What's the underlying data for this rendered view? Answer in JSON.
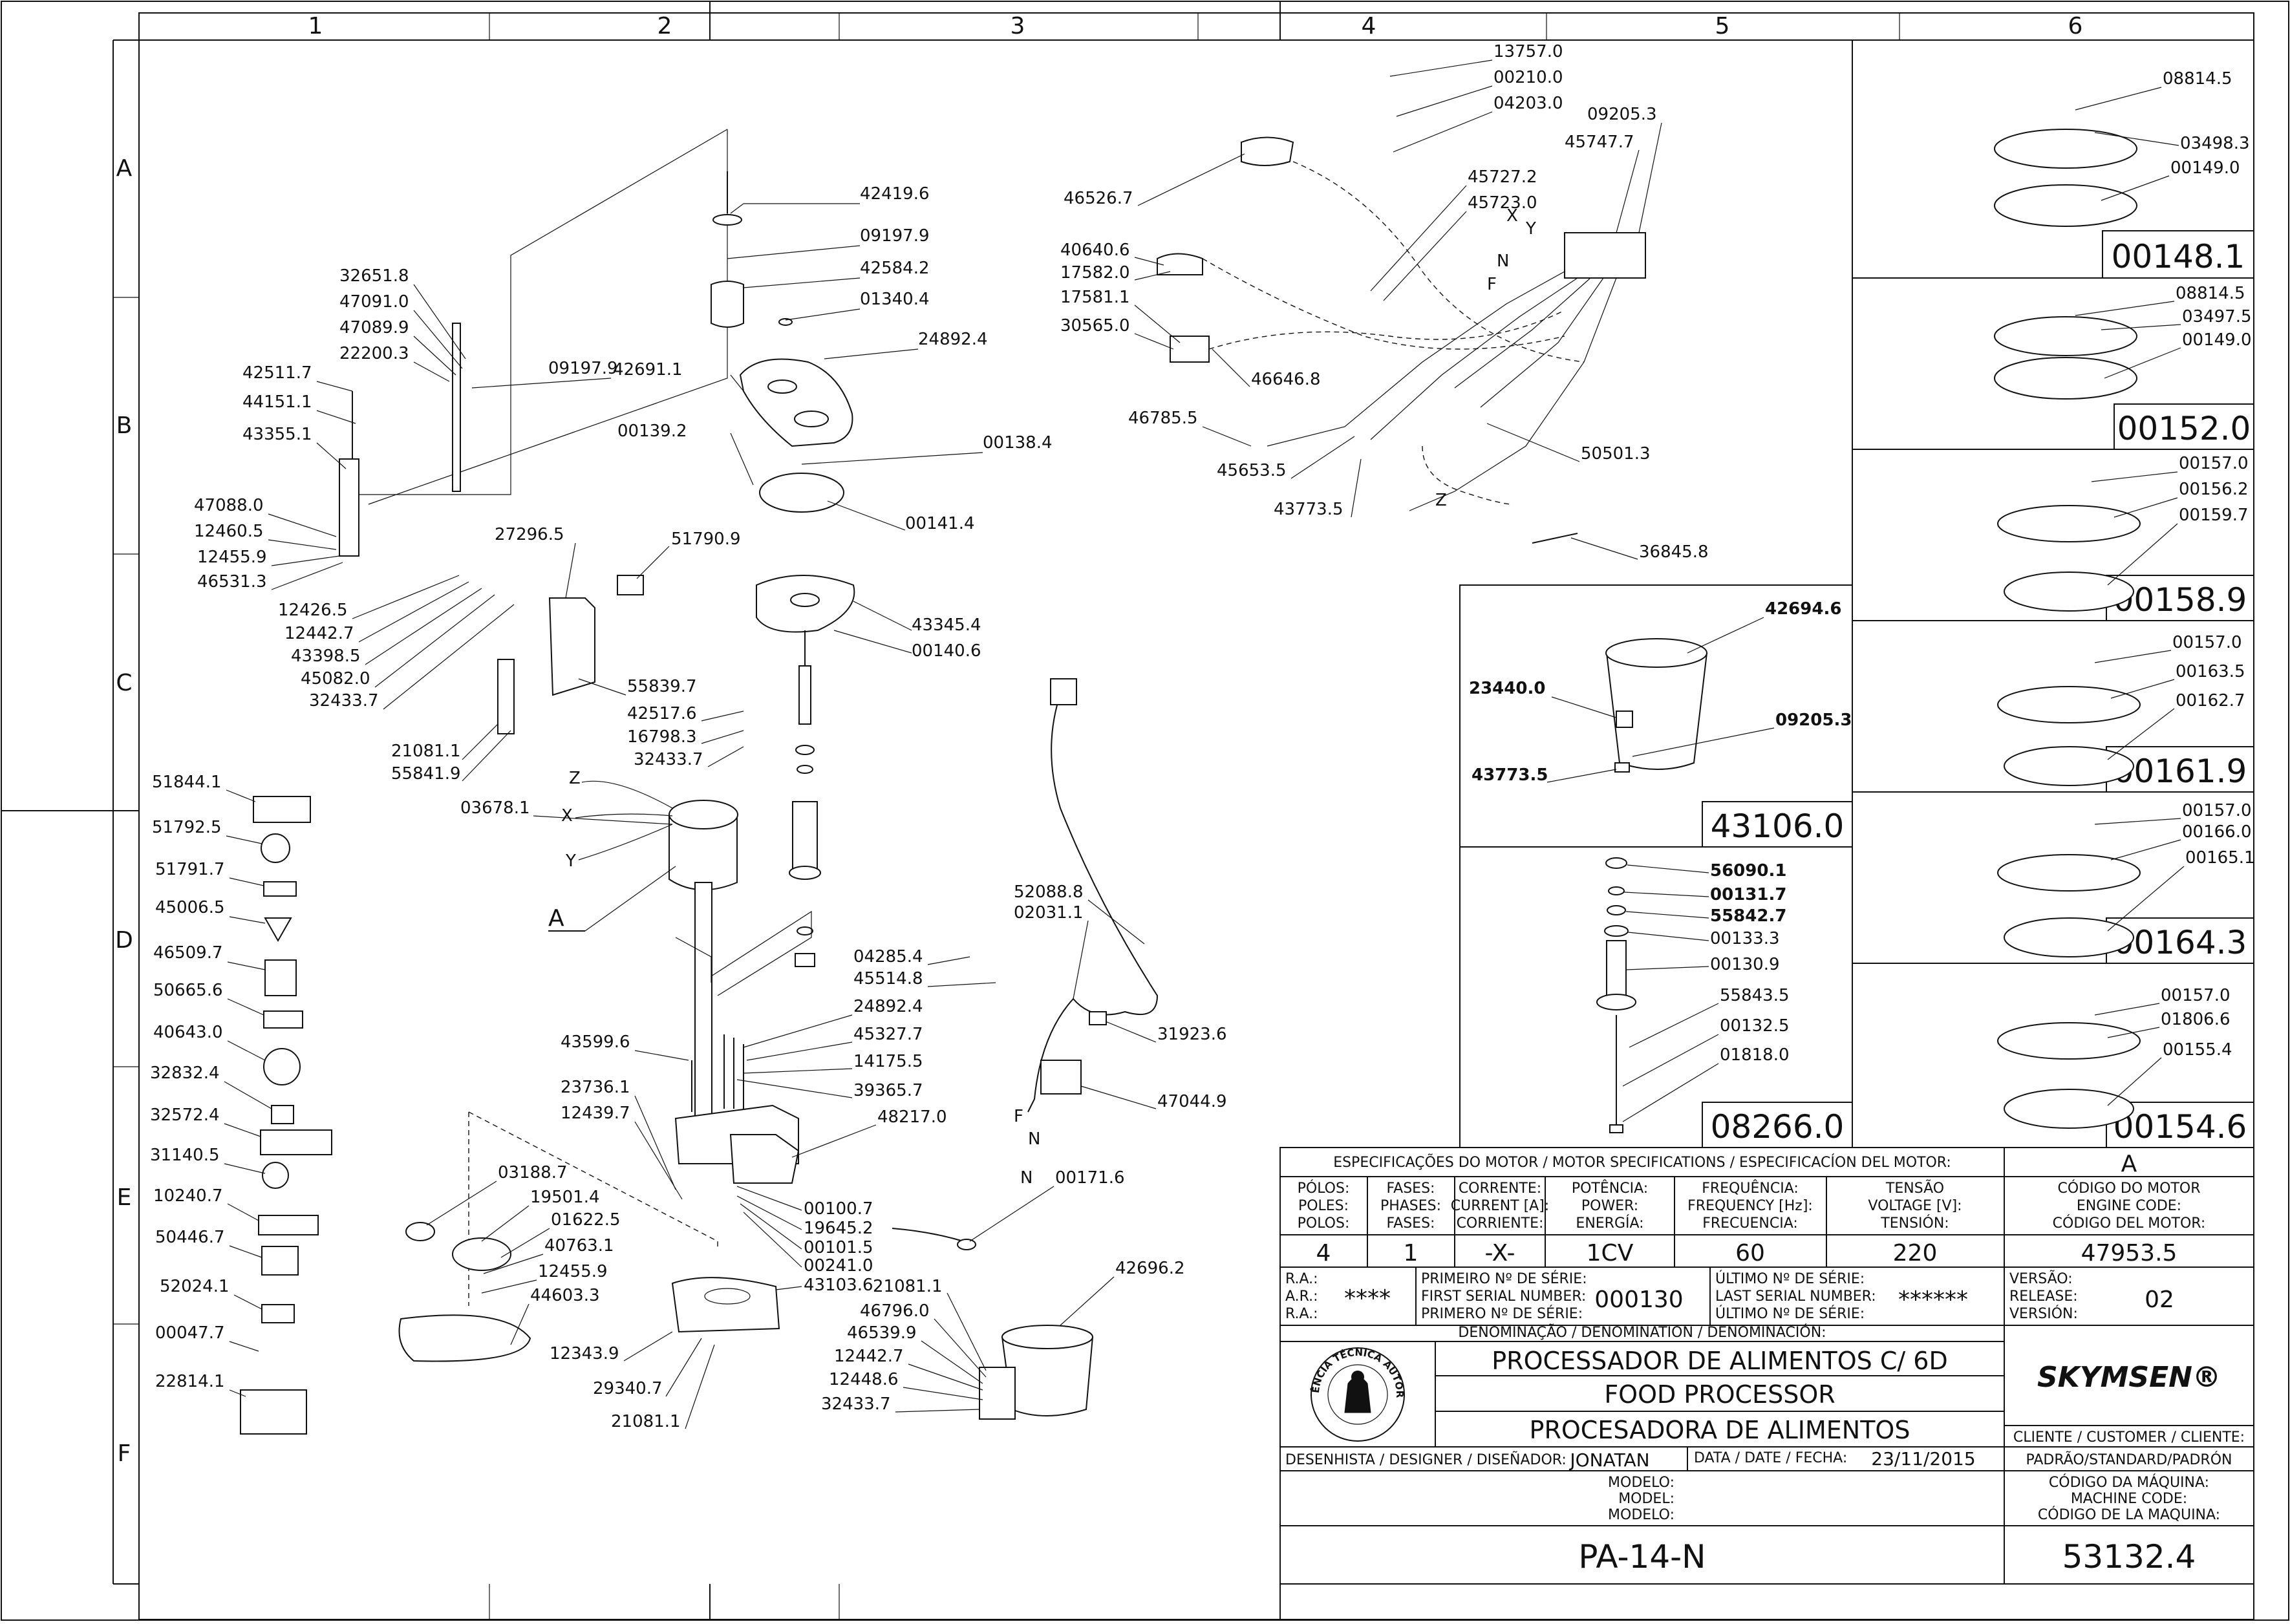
{
  "grid": {
    "cols": [
      "1",
      "2",
      "3",
      "4",
      "5",
      "6"
    ],
    "rows": [
      "A",
      "B",
      "C",
      "D",
      "E",
      "F"
    ]
  },
  "labels": {
    "l1": "42419.6",
    "l2": "09197.9",
    "l3": "42584.2",
    "l4": "01340.4",
    "l5": "24892.4",
    "l6": "42691.1",
    "l7": "09197.9",
    "l8": "32651.8",
    "l9": "47091.0",
    "l10": "47089.9",
    "l11": "22200.3",
    "l12": "42511.7",
    "l13": "44151.1",
    "l14": "43355.1",
    "l15": "00139.2",
    "l16": "00138.4",
    "l17": "00141.4",
    "l18": "47088.0",
    "l19": "12460.5",
    "l20": "12455.9",
    "l21": "46531.3",
    "l22": "27296.5",
    "l23": "51790.9",
    "l24": "12426.5",
    "l25": "12442.7",
    "l26": "43398.5",
    "l27": "45082.0",
    "l28": "32433.7",
    "l29": "43345.4",
    "l30": "00140.6",
    "l31": "55839.7",
    "l32": "42517.6",
    "l33": "16798.3",
    "l34": "32433.7",
    "l35": "21081.1",
    "l36": "55841.9",
    "l37": "03678.1",
    "l38": "A",
    "l39": "51844.1",
    "l40": "51792.5",
    "l41": "51791.7",
    "l42": "45006.5",
    "l43": "46509.7",
    "l44": "50665.6",
    "l45": "40643.0",
    "l46": "32832.4",
    "l47": "32572.4",
    "l48": "31140.5",
    "l49": "10240.7",
    "l50": "50446.7",
    "l51": "52024.1",
    "l52": "00047.7",
    "l53": "22814.1",
    "l54": "52088.8",
    "l55": "02031.1",
    "l56": "04285.4",
    "l57": "45514.8",
    "l58": "24892.4",
    "l59": "45327.7",
    "l60": "14175.5",
    "l61": "39365.7",
    "l62": "48217.0",
    "l63": "43599.6",
    "l64": "23736.1",
    "l65": "12439.7",
    "l66": "31923.6",
    "l67": "47044.9",
    "l68": "03188.7",
    "l69": "19501.4",
    "l70": "01622.5",
    "l71": "40763.1",
    "l72": "12455.9",
    "l73": "44603.3",
    "l74": "00100.7",
    "l75": "19645.2",
    "l76": "00101.5",
    "l77": "00241.0",
    "l78": "43103.6",
    "l79": "00171.6",
    "l80": "12343.9",
    "l81": "29340.7",
    "l82": "21081.1",
    "l83": "21081.1",
    "l84": "46796.0",
    "l85": "46539.9",
    "l86": "12442.7",
    "l87": "12448.6",
    "l88": "32433.7",
    "l89": "42696.2",
    "l90": "13757.0",
    "l91": "00210.0",
    "l92": "04203.0",
    "l93": "09205.3",
    "l94": "45747.7",
    "l95": "46526.7",
    "l96": "45727.2",
    "l97": "45723.0",
    "l98": "40640.6",
    "l99": "17582.0",
    "l100": "17581.1",
    "l101": "30565.0",
    "l102": "46646.8",
    "l103": "46785.5",
    "l104": "45653.5",
    "l105": "43773.5",
    "l106": "50501.3",
    "l107": "36845.8",
    "l108": "42694.6",
    "l109": "23440.0",
    "l110": "09205.3",
    "l111": "43773.5",
    "l112": "56090.1",
    "l113": "00131.7",
    "l114": "55842.7",
    "l115": "00133.3",
    "l116": "00130.9",
    "l117": "55843.5",
    "l118": "00132.5",
    "l119": "01818.0",
    "l120": "08814.5",
    "l121": "03498.3",
    "l122": "00149.0",
    "l123": "08814.5",
    "l124": "03497.5",
    "l125": "00149.0",
    "l126": "00157.0",
    "l127": "00156.2",
    "l128": "00159.7",
    "l129": "00157.0",
    "l130": "00163.5",
    "l131": "00162.7",
    "l132": "00157.0",
    "l133": "00166.0",
    "l134": "00165.1",
    "l135": "00157.0",
    "l136": "01806.6",
    "l137": "00155.4",
    "w_z": "Z",
    "w_x": "X",
    "w_y": "Y",
    "w_n": "N",
    "w_f": "F",
    "w_n2": "N",
    "w_f2": "F",
    "w_z2": "Z",
    "m_z": "Z",
    "m_x": "X",
    "m_y": "Y"
  },
  "kits": {
    "k1": "00148.1",
    "k2": "00152.0",
    "k3": "00158.9",
    "k4": "00161.9",
    "k5": "00164.3",
    "k6": "00154.6",
    "k7": "43106.0",
    "k8": "08266.0"
  },
  "title_block": {
    "motor_header": "ESPECIFICAÇÕES DO MOTOR / MOTOR SPECIFICATIONS / ESPECIFICACÍON DEL MOTOR:",
    "motor_rev": "A",
    "poles_h": [
      "PÓLOS:",
      "POLES:",
      "POLOS:"
    ],
    "phases_h": [
      "FASES:",
      "PHASES:",
      "FASES:"
    ],
    "current_h": [
      "CORRENTE:",
      "CURRENT [A]:",
      "CORRIENTE:"
    ],
    "power_h": [
      "POTÊNCIA:",
      "POWER:",
      "ENERGÍA:"
    ],
    "freq_h": [
      "FREQUÊNCIA:",
      "FREQUENCY [Hz]:",
      "FRECUENCIA:"
    ],
    "voltage_h": [
      "TENSÃO",
      "VOLTAGE [V]:",
      "TENSIÓN:"
    ],
    "motor_code_h": [
      "CÓDIGO DO MOTOR",
      "ENGINE CODE:",
      "CÓDIGO DEL MOTOR:"
    ],
    "poles": "4",
    "phases": "1",
    "current": "-X-",
    "power": "1CV",
    "freq": "60",
    "voltage": "220",
    "motor_code": "47953.5",
    "ra_h": [
      "R.A.:",
      "A.R.:",
      "R.A.:"
    ],
    "ra": "****",
    "first_serial_h": [
      "PRIMEIRO Nº DE SÉRIE:",
      "FIRST SERIAL NUMBER:",
      "PRIMERO Nº DE SÉRIE:"
    ],
    "first_serial": "000130",
    "last_serial_h": [
      "ÚLTIMO Nº DE SÉRIE:",
      "LAST SERIAL NUMBER:",
      "ÚLTIMO Nº DE SÉRIE:"
    ],
    "last_serial": "******",
    "version_h": [
      "VERSÃO:",
      "RELEASE:",
      "VERSIÓN:"
    ],
    "version": "02",
    "denomination_h": "DENOMINAÇÃO / DENOMINATION / DENOMINACIÓN:",
    "name_pt": "PROCESSADOR DE ALIMENTOS C/ 6D",
    "name_en": "FOOD PROCESSOR",
    "name_es": "PROCESADORA DE ALIMENTOS",
    "seal_text": "ASSISTÊNCIA TÉCNICA AUTORIZADA",
    "brand": "SKYMSEN®",
    "customer_h": "CLIENTE / CUSTOMER / CLIENTE:",
    "customer": "PADRÃO/STANDARD/PADRÓN",
    "designer_h": "DESENHISTA / DESIGNER / DISEÑADOR:",
    "designer": "JONATAN",
    "date_h": "DATA / DATE / FECHA:",
    "date": "23/11/2015",
    "model_h": [
      "MODELO:",
      "MODEL:",
      "MODELO:"
    ],
    "machine_code_h": [
      "CÓDIGO DA MÁQUINA:",
      "MACHINE CODE:",
      "CÓDIGO DE LA MAQUINA:"
    ],
    "model": "PA-14-N",
    "machine_code": "53132.4"
  },
  "colors": {
    "ink": "#111111",
    "paper": "#ffffff"
  }
}
